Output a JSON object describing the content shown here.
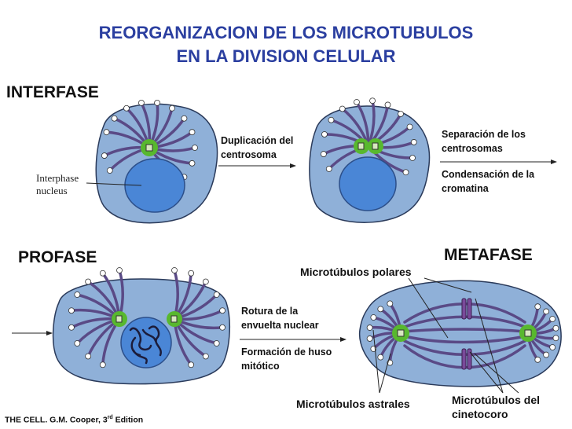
{
  "title": {
    "line1": "REORGANIZACION DE LOS MICROTUBULOS",
    "line2": "EN LA DIVISION CELULAR"
  },
  "phases": {
    "interfase": "INTERFASE",
    "profase": "PROFASE",
    "metafase": "METAFASE"
  },
  "notes": {
    "duplicacion": [
      "Duplicación del",
      "centrosoma"
    ],
    "separacion": [
      "Separación de los",
      "centrosomas"
    ],
    "condensacion": [
      "Condensación de la",
      "cromatina"
    ],
    "rotura": [
      "Rotura de la",
      "envuelta nuclear"
    ],
    "formacion": [
      "Formación de huso",
      "mitótico"
    ]
  },
  "labels": {
    "nucleus": [
      "Interphase",
      "nucleus"
    ],
    "polares": "Microtúbulos polares",
    "astrales": "Microtúbulos astrales",
    "cinetocoro": [
      "Microtúbulos del",
      "cinetocoro"
    ]
  },
  "credit": {
    "text": "THE CELL. G.M. Cooper, 3",
    "sup": "rd",
    "tail": " Edition"
  },
  "colors": {
    "title": "#2b3fa0",
    "cell": "#8fb0d8",
    "nucleus": "#4a86d6",
    "centrosome": "#58b82e",
    "microtubule": "#5a4a86"
  }
}
